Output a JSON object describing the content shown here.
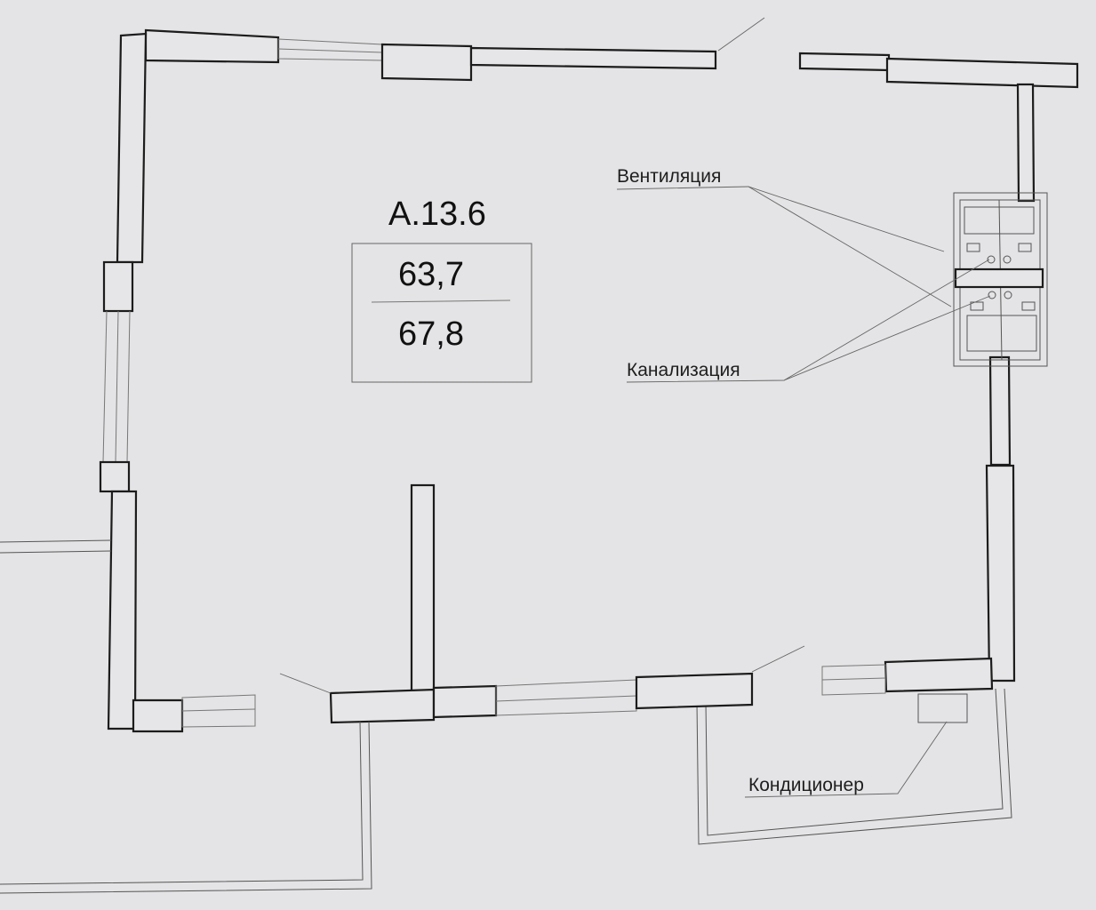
{
  "apartment": {
    "code": "А.13.6",
    "area_living": "63,7",
    "area_total": "67,8"
  },
  "labels": {
    "ventilation": "Вентиляция",
    "sewer": "Канализация",
    "air_conditioner": "Кондиционер"
  }
}
